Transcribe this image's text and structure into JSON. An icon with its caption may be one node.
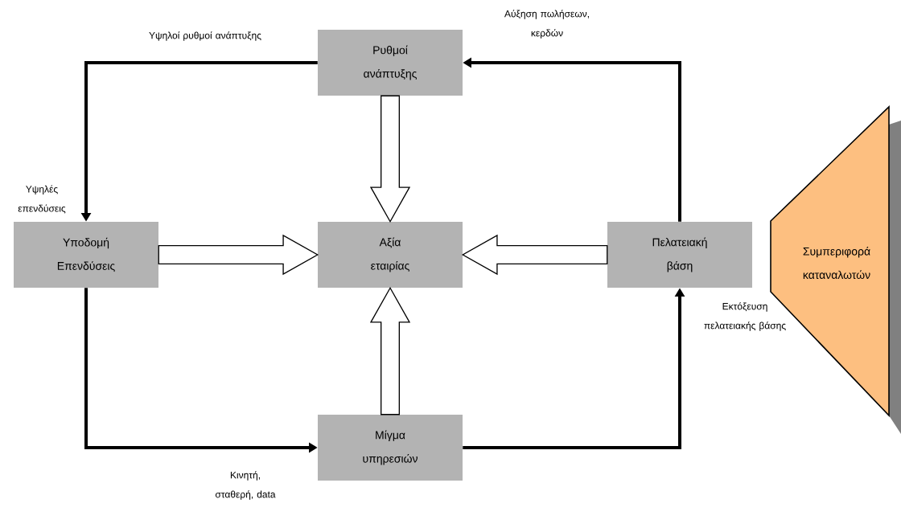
{
  "diagram": {
    "nodes": [
      {
        "text": [
          "Ρυθμοί ανάπτυξης"
        ]
      },
      {
        "text": [
          "Υποδομή Επενδύσεις"
        ],
        "beside": [
          "Υψηλές επενδύσεις"
        ]
      },
      {
        "text": [
          "Αξία εταιρίας"
        ]
      },
      {
        "text": [
          "Πελατειακή βάση"
        ]
      },
      {
        "text": [
          "Συμπεριφορά καταναλωτών"
        ]
      },
      {
        "text": [
          "Μίγμα υπηρεσιών"
        ]
      }
    ],
    "edges": [
      {
        "from": 0,
        "to": 1,
        "arrow": "to",
        "label": "Υψηλοί ρυθμοί ανάπτυξης"
      },
      {
        "from": 3,
        "to": 0,
        "arrow": "to",
        "label": "Αύξηση πωλήσεων, κερδών"
      },
      {
        "from": 1,
        "to": 5,
        "arrow": "to",
        "label": "Κινητή, σταθερή, data"
      },
      {
        "from": 5,
        "to": 3,
        "arrow": "to"
      },
      {
        "from": 0,
        "to": 2,
        "arrow": "to",
        "style": "thick",
        "color": "#ffffff"
      },
      {
        "from": 1,
        "to": 2,
        "arrow": "to",
        "style": "thick",
        "color": "#ffffff"
      },
      {
        "from": 3,
        "to": 2,
        "arrow": "to",
        "style": "thick",
        "color": "#ffffff"
      },
      {
        "from": 5,
        "to": 2,
        "arrow": "to",
        "style": "thick",
        "color": "#ffffff"
      }
    ],
    "labels": [
      "Εκτόξευση πελατειακής βάσης"
    ]
  }
}
